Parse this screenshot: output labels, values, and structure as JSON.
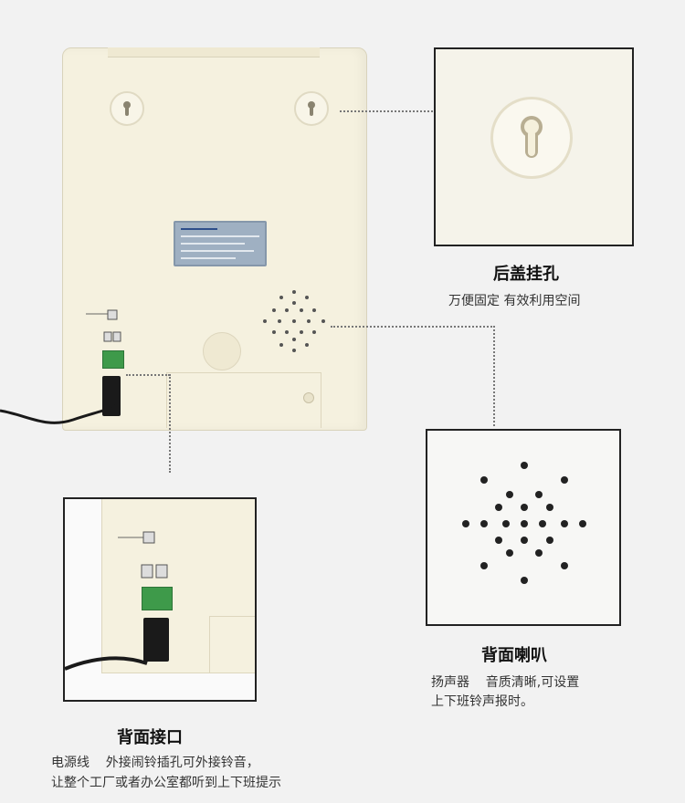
{
  "callouts": {
    "hanging_hole": {
      "title": "后盖挂孔",
      "desc": "万便固定 有效利用空间"
    },
    "speaker": {
      "title": "背面喇叭",
      "desc_line1": "扬声器    音质清晰,可设置",
      "desc_line2": "上下班铃声报时。"
    },
    "interface": {
      "title": "背面接口",
      "desc_line1": "电源线    外接闹铃插孔可外接铃音，",
      "desc_line2": "让整个工厂或者办公室都听到上下班提示"
    }
  },
  "colors": {
    "device_body": "#f5f1df",
    "label_plate": "#9fb0c2",
    "connector": "#3e9a4a",
    "background": "#f2f2f2"
  }
}
